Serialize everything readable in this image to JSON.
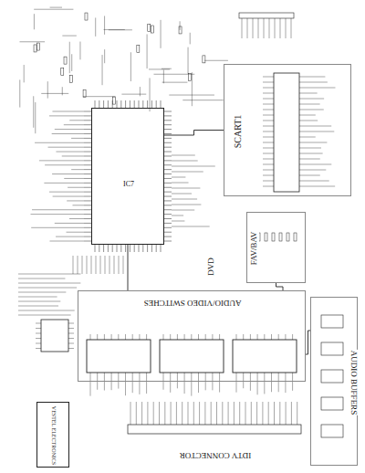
{
  "diagram": {
    "nodes": [
      {
        "text": [
          "IC7"
        ]
      },
      {
        "text": [
          "SCART1"
        ]
      },
      {
        "text": [
          "FAV/BAV"
        ]
      },
      {
        "text": [
          "AUDIO/VIDEO SWITCHES"
        ]
      },
      {
        "text": [
          "AUDIO BUFFERS"
        ]
      },
      {
        "text": [
          "VESTEL ELECTRONICS"
        ]
      }
    ],
    "edges": [
      {
        "from": 0,
        "to": 1,
        "arrow": "none"
      },
      {
        "from": 0,
        "to": 3,
        "arrow": "none"
      },
      {
        "from": 2,
        "to": 3,
        "arrow": "none"
      },
      {
        "from": 3,
        "to": 4,
        "arrow": "none"
      }
    ],
    "labels": [
      "DVD",
      "IDTV CONNECTOR"
    ]
  }
}
